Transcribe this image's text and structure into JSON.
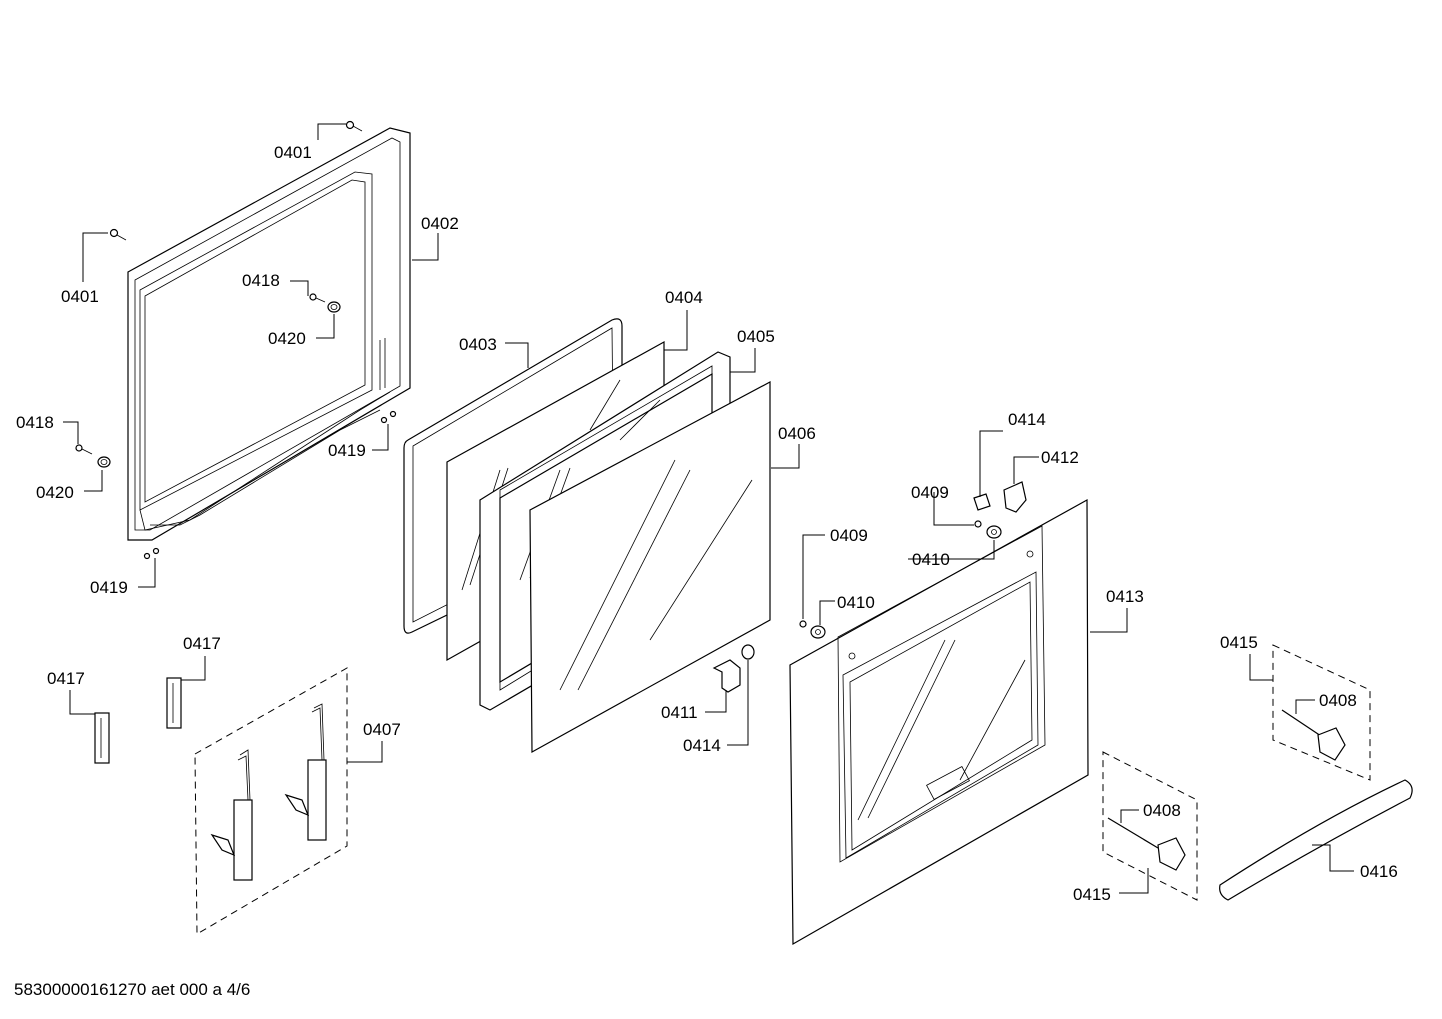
{
  "callouts": {
    "c0401a": "0401",
    "c0402": "0402",
    "c0401b": "0401",
    "c0418a": "0418",
    "c0420a": "0420",
    "c0418b": "0418",
    "c0420b": "0420",
    "c0419a": "0419",
    "c0419b": "0419",
    "c0403": "0403",
    "c0404": "0404",
    "c0405": "0405",
    "c0406": "0406",
    "c0414a": "0414",
    "c0412": "0412",
    "c0409a": "0409",
    "c0410a": "0410",
    "c0409b": "0409",
    "c0410b": "0410",
    "c0413": "0413",
    "c0411": "0411",
    "c0414b": "0414",
    "c0417a": "0417",
    "c0417b": "0417",
    "c0407": "0407",
    "c0415a": "0415",
    "c0408a": "0408",
    "c0408b": "0408",
    "c0415b": "0415",
    "c0416": "0416"
  },
  "footer": "58300000161270 aet 000 a 4/6"
}
